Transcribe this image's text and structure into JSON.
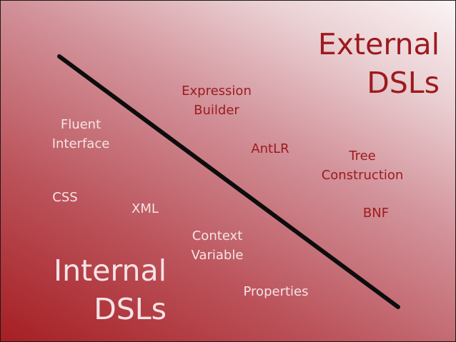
{
  "headings": {
    "external": [
      "External",
      "DSLs"
    ],
    "internal": [
      "Internal",
      "DSLs"
    ]
  },
  "labels": {
    "expression_builder": [
      "Expression",
      "Builder"
    ],
    "fluent_interface": [
      "Fluent",
      "Interface"
    ],
    "antlr": "AntLR",
    "tree_construction": [
      "Tree",
      "Construction"
    ],
    "css": "CSS",
    "xml": "XML",
    "bnf": "BNF",
    "context_variable": [
      "Context",
      "Variable"
    ],
    "properties": "Properties"
  },
  "colors": {
    "gradient_dark": "#a51f23",
    "gradient_light": "#fbf4f5",
    "dark_text": "#9c1a1e",
    "light_text": "#f6e3e6",
    "divider_line": "#0d0d0d"
  }
}
